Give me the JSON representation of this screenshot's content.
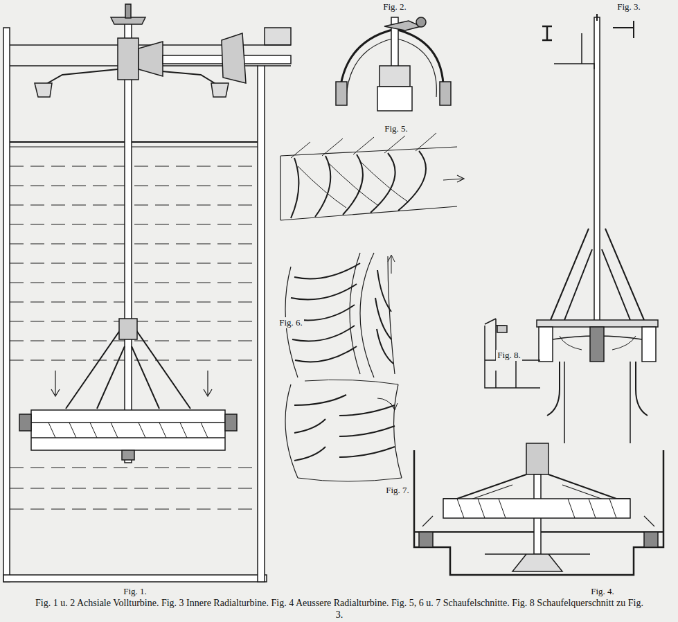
{
  "diagram": {
    "caption": "Fig. 1 u. 2 Achsiale Vollturbine. Fig. 3 Innere Radialturbine. Fig. 4 Aeussere Radialturbine. Fig. 5, 6 u. 7 Schaufelschnitte. Fig. 8 Schaufelquerschnitt zu Fig. 3.",
    "labels": [
      "Fig. 2.",
      "Fig. 3.",
      "Fig. 5.",
      "Fig. 8.",
      "Fig. 6.",
      "Fig. 7.",
      "Fig. 1.",
      "Fig. 4."
    ]
  }
}
